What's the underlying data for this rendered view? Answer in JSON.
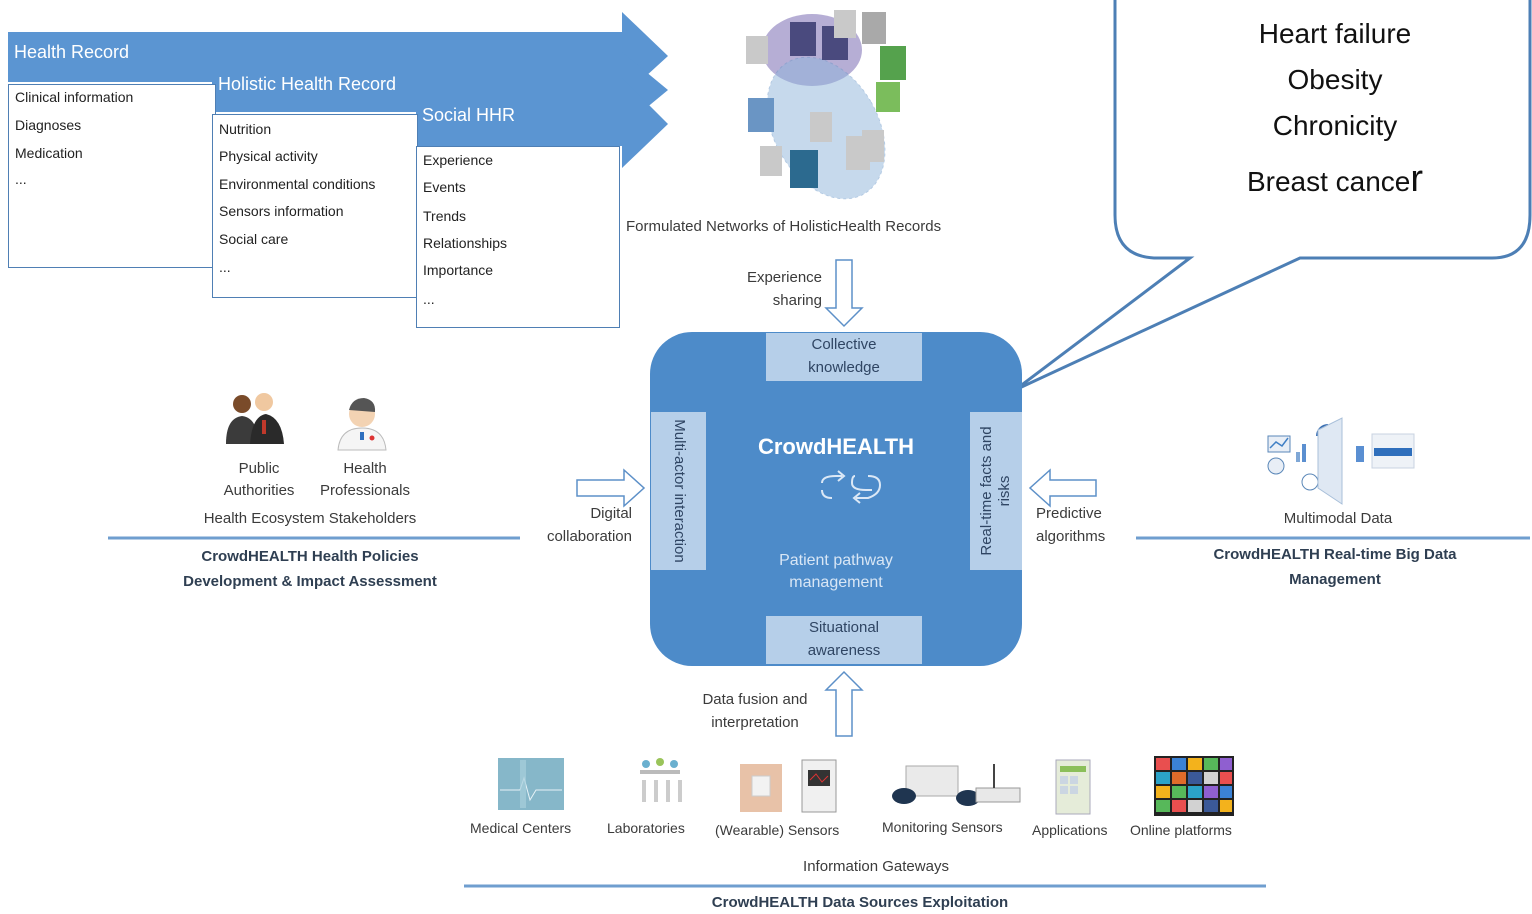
{
  "records": {
    "health_record": {
      "title": "Health Record",
      "items": [
        "Clinical information",
        "Diagnoses",
        "Medication",
        "..."
      ]
    },
    "holistic_health_record": {
      "title": "Holistic Health Record",
      "items": [
        "Nutrition",
        "Physical activity",
        "Environmental conditions",
        "Sensors information",
        "Social care",
        "..."
      ]
    },
    "social_hhr": {
      "title": "Social HHR",
      "items": [
        "Experience",
        "Events",
        "Trends",
        "Relationships",
        "Importance",
        "..."
      ]
    }
  },
  "networks_label": "Formulated Networks of HolisticHealth Records",
  "bubble": {
    "lines": [
      "Heart failure",
      "Obesity",
      "Chronicity",
      "Breast cance"
    ],
    "last_char": "r"
  },
  "hub": {
    "title": "CrowdHEALTH",
    "subtitle_lines": [
      "Patient pathway",
      "management"
    ],
    "top_tab": [
      "Collective",
      "knowledge"
    ],
    "bottom_tab": [
      "Situational",
      "awareness"
    ],
    "left_tab": "Multi-actor interaction",
    "right_tab": "Real-time facts and risks"
  },
  "flows": {
    "top": [
      "Experience",
      "sharing"
    ],
    "left": [
      "Digital",
      "collaboration"
    ],
    "right": [
      "Predictive",
      "algorithms"
    ],
    "bottom": [
      "Data fusion  and",
      "interpretation"
    ]
  },
  "stakeholders": {
    "public": [
      "Public",
      "Authorities"
    ],
    "professionals": [
      "Health",
      "Professionals"
    ],
    "group_label": "Health Ecosystem Stakeholders",
    "section_title": [
      "CrowdHEALTH Health Policies",
      "Development & Impact Assessment"
    ]
  },
  "multimodal": {
    "label": "Multimodal Data",
    "section_title": [
      "CrowdHEALTH Real-time Big Data",
      "Management"
    ]
  },
  "sources": {
    "items": [
      "Medical Centers",
      "Laboratories",
      "(Wearable) Sensors",
      "Monitoring Sensors",
      "Applications",
      "Online platforms"
    ],
    "group_label": "Information Gateways",
    "section_title": "CrowdHEALTH Data Sources Exploitation"
  },
  "colors": {
    "band": "#5b95d2",
    "hub": "#4d8bc9",
    "tab": "#b6cfe9",
    "line": "#6f9ecf"
  }
}
